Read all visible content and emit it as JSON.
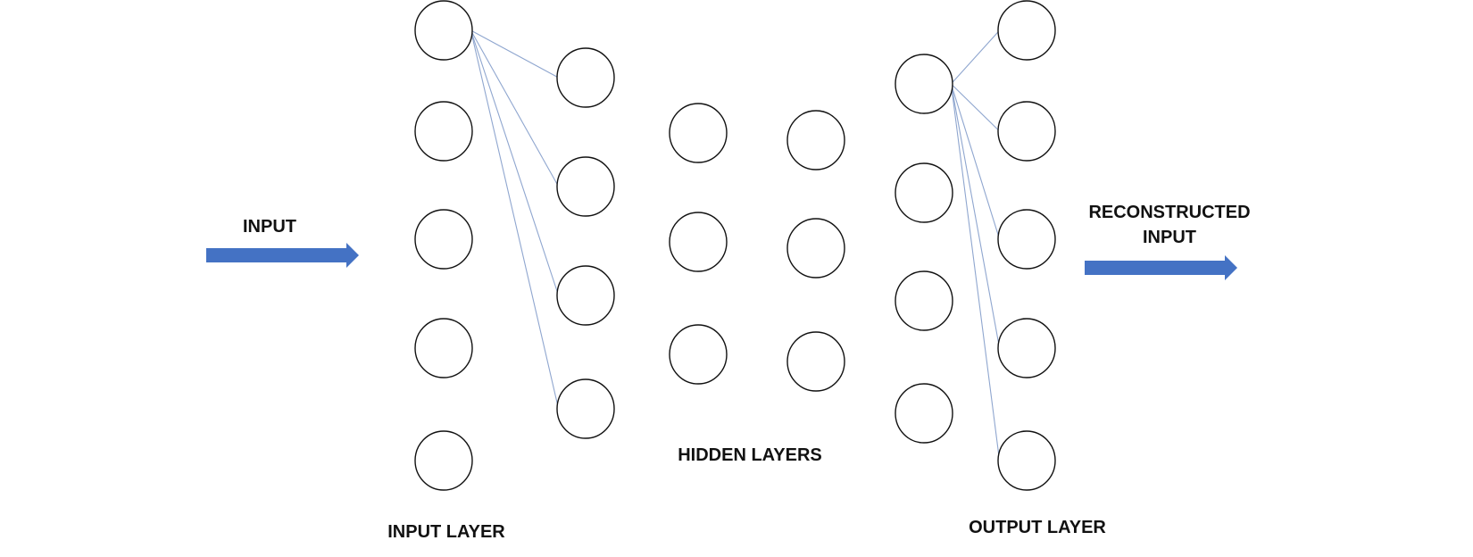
{
  "labels": {
    "input": "INPUT",
    "reconstructed_line1": "RECONSTRUCTED",
    "reconstructed_line2": "INPUT",
    "input_layer": "INPUT LAYER",
    "hidden_layers": "HIDDEN LAYERS",
    "output_layer": "OUTPUT LAYER"
  },
  "layers": [
    {
      "name": "input-layer",
      "nodes": 5
    },
    {
      "name": "encoder-layer",
      "nodes": 4
    },
    {
      "name": "hidden-layer-1",
      "nodes": 3
    },
    {
      "name": "hidden-layer-2",
      "nodes": 3
    },
    {
      "name": "decoder-layer",
      "nodes": 4
    },
    {
      "name": "output-layer",
      "nodes": 5
    }
  ],
  "connections": [
    {
      "from": "input-layer.0",
      "to": "encoder-layer.0"
    },
    {
      "from": "input-layer.0",
      "to": "encoder-layer.1"
    },
    {
      "from": "input-layer.0",
      "to": "encoder-layer.2"
    },
    {
      "from": "input-layer.0",
      "to": "encoder-layer.3"
    },
    {
      "from": "decoder-layer.0",
      "to": "output-layer.0"
    },
    {
      "from": "decoder-layer.0",
      "to": "output-layer.1"
    },
    {
      "from": "decoder-layer.0",
      "to": "output-layer.2"
    },
    {
      "from": "decoder-layer.0",
      "to": "output-layer.3"
    },
    {
      "from": "decoder-layer.0",
      "to": "output-layer.4"
    }
  ],
  "colors": {
    "arrow": "#4472c4",
    "connection": "#8fa6cf",
    "node_stroke": "#111111",
    "node_fill": "#ffffff",
    "text": "#111111"
  }
}
